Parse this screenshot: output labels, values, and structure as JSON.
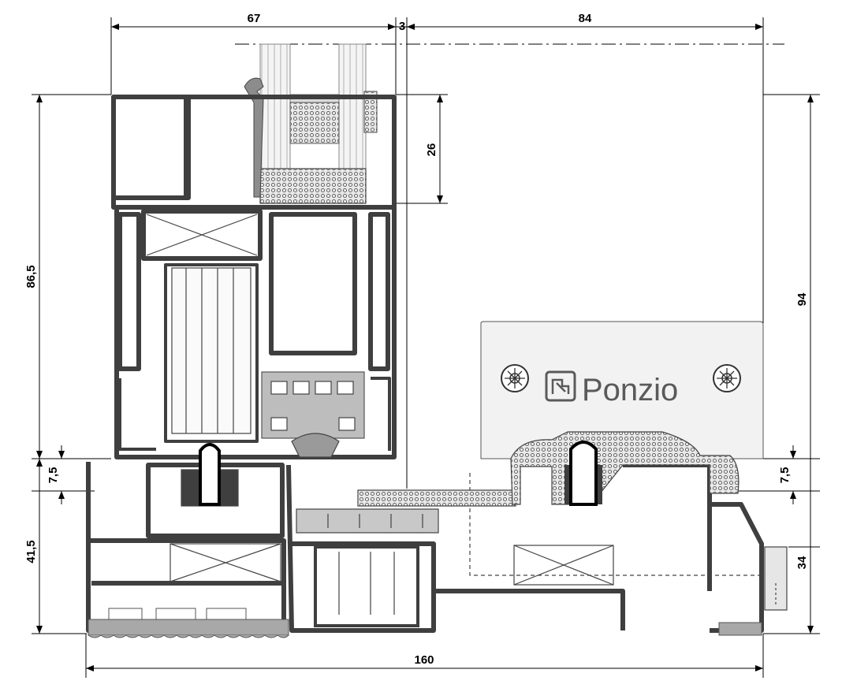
{
  "dimensions": {
    "top_left": "67",
    "top_gap": "3",
    "top_right": "84",
    "left_height": "86,5",
    "left_sill": "7,5",
    "left_base": "41,5",
    "inner_glass": "26",
    "right_height": "94",
    "right_sill": "7,5",
    "right_base": "34",
    "bottom_total": "160"
  },
  "brand": {
    "name": "Ponzio"
  },
  "colors": {
    "profile": "#3f3f3f",
    "profile_light": "#b5b5b5",
    "panel": "#f2f2f2",
    "gasket": "#9a9a9a"
  }
}
